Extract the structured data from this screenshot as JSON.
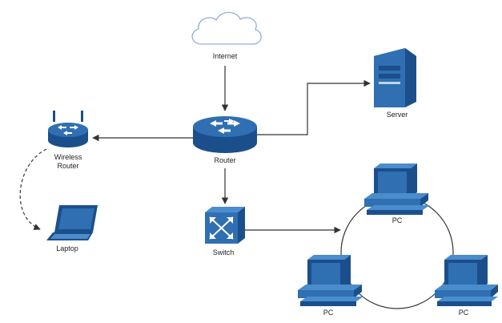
{
  "colors": {
    "device_dark": "#1b4f8c",
    "device_mid": "#2f6fb2",
    "device_light": "#4a8ccc",
    "cloud_fill": "#ffffff",
    "cloud_stroke": "#8fb0d6",
    "line": "#333333"
  },
  "nodes": {
    "internet": {
      "label": "Internet",
      "icon": "cloud-icon"
    },
    "router": {
      "label": "Router",
      "icon": "router-icon"
    },
    "server": {
      "label": "Server",
      "icon": "server-icon"
    },
    "wireless_router": {
      "label_line1": "Wireless",
      "label_line2": "Router",
      "icon": "wireless-router-icon"
    },
    "laptop": {
      "label": "Laptop",
      "icon": "laptop-icon"
    },
    "switch": {
      "label": "Switch",
      "icon": "switch-icon"
    },
    "pc_top": {
      "label": "PC",
      "icon": "pc-icon"
    },
    "pc_left": {
      "label": "PC",
      "icon": "pc-icon"
    },
    "pc_right": {
      "label": "PC",
      "icon": "pc-icon"
    }
  }
}
